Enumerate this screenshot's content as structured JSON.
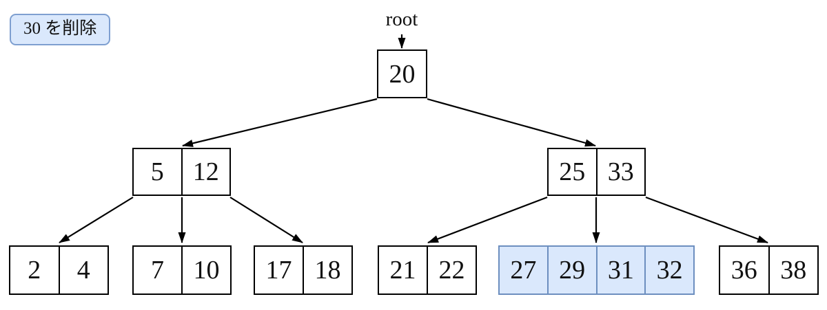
{
  "badge": {
    "label": "30 を削除"
  },
  "root_pointer_label": "root",
  "colors": {
    "highlight_fill": "#dae8fc",
    "highlight_stroke": "#6c8ebf",
    "badge_fill": "#dae8fc",
    "badge_stroke": "#7e9fd0",
    "line_color": "#000000"
  },
  "tree": {
    "root": {
      "keys": [
        "20"
      ]
    },
    "internal": [
      {
        "keys": [
          "5",
          "12"
        ]
      },
      {
        "keys": [
          "25",
          "33"
        ]
      }
    ],
    "leaves": [
      {
        "keys": [
          "2",
          "4"
        ],
        "highlighted": false
      },
      {
        "keys": [
          "7",
          "10"
        ],
        "highlighted": false
      },
      {
        "keys": [
          "17",
          "18"
        ],
        "highlighted": false
      },
      {
        "keys": [
          "21",
          "22"
        ],
        "highlighted": false
      },
      {
        "keys": [
          "27",
          "29",
          "31",
          "32"
        ],
        "highlighted": true
      },
      {
        "keys": [
          "36",
          "38"
        ],
        "highlighted": false
      }
    ]
  }
}
